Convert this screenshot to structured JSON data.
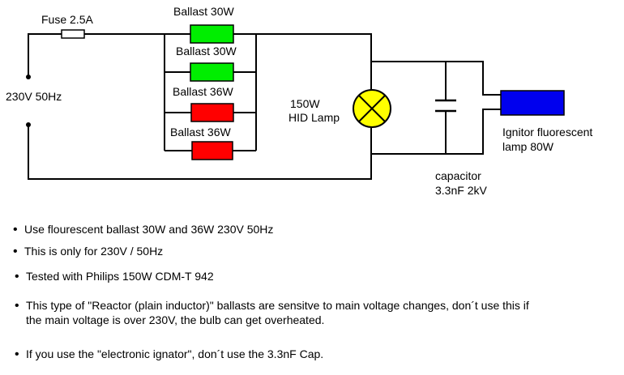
{
  "labels": {
    "fuse": "Fuse 2.5A",
    "ballast1": "Ballast 30W",
    "ballast2": "Ballast 30W",
    "ballast3": "Ballast 36W",
    "ballast4": "Ballast 36W",
    "supply": "230V 50Hz",
    "lamp_line1": "150W",
    "lamp_line2": "HID Lamp",
    "ignitor_line1": "Ignitor fluorescent",
    "ignitor_line2": "lamp 80W",
    "cap_line1": "capacitor",
    "cap_line2": "3.3nF 2kV"
  },
  "notes": [
    {
      "text": "Use flourescent ballast 30W and 36W 230V 50Hz"
    },
    {
      "text": "This is only for 230V / 50Hz"
    },
    {
      "text": "Tested with Philips 150W CDM-T 942"
    },
    {
      "line1": "This type of \"Reactor (plain inductor)\" ballasts are sensitve to main voltage changes, don´t use this if",
      "line2": "the main voltage is over 230V, the bulb can get overheated."
    },
    {
      "text": "If you use the \"electronic ignator\", don´t use the 3.3nF Cap."
    }
  ],
  "colors": {
    "ballast_30w": "#00ee00",
    "ballast_36w": "#ff0000",
    "lamp": "#ffff00",
    "ignitor": "#0000ee",
    "wire": "#000000"
  },
  "icons": {
    "lamp": "lamp-cross-symbol",
    "capacitor": "capacitor-symbol",
    "fuse": "fuse-symbol"
  }
}
